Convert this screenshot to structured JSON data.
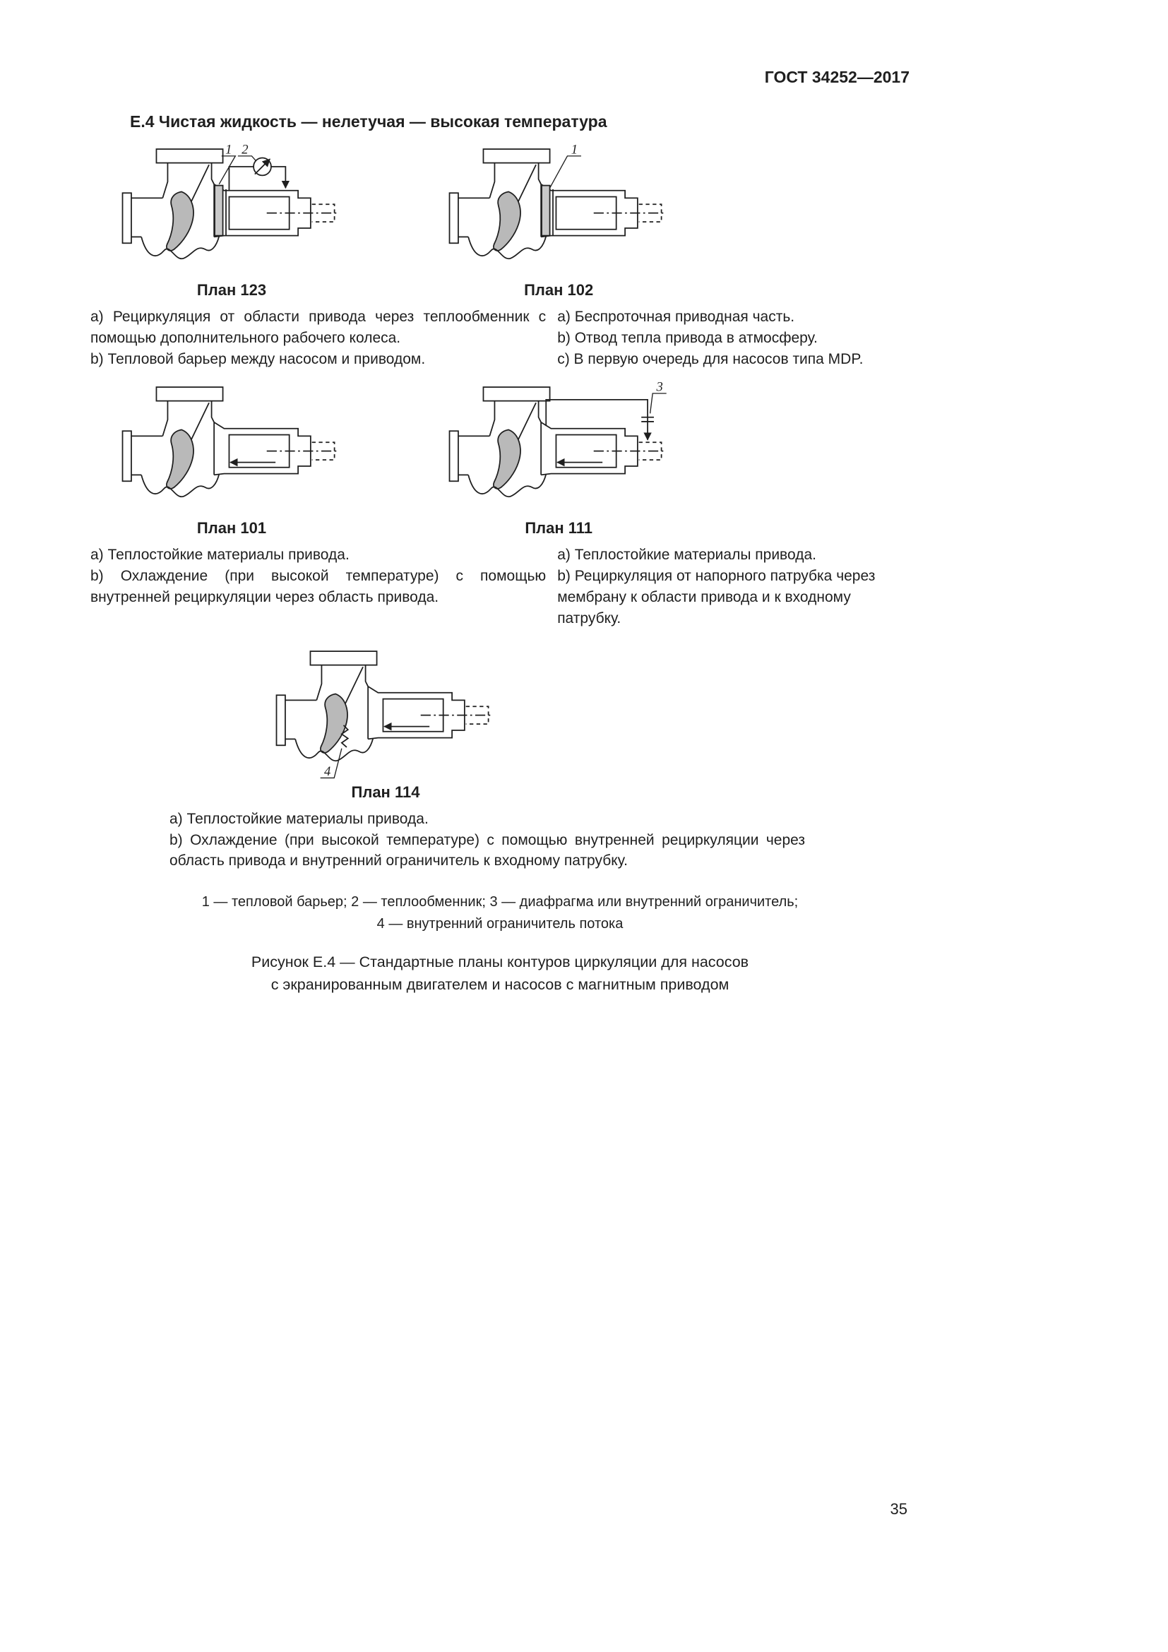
{
  "page": {
    "header": "ГОСТ 34252—2017",
    "section_title": "Е.4 Чистая жидкость — нелетучая — высокая температура",
    "page_number": "35"
  },
  "plans": [
    {
      "label": "План 123",
      "callouts": [
        "1",
        "2"
      ],
      "notes": [
        "a) Рециркуляция от области привода через теплообменник с помощью дополнительного рабочего колеса.",
        "b) Тепловой барьер между насосом и приводом."
      ]
    },
    {
      "label": "План 102",
      "callouts": [
        "1"
      ],
      "notes": [
        "a) Беспроточная приводная часть.",
        "b) Отвод тепла привода в атмосферу.",
        "c) В первую очередь для насосов типа MDP."
      ]
    },
    {
      "label": "План 101",
      "callouts": [],
      "notes": [
        "a) Теплостойкие материалы привода.",
        "b) Охлаждение (при высокой температуре) с помощью внутренней рециркуляции через область привода."
      ]
    },
    {
      "label": "План 111",
      "callouts": [
        "3"
      ],
      "notes": [
        "a) Теплостойкие материалы привода.",
        "b) Рециркуляция от напорного патрубка через мембрану к области привода и к входному патрубку."
      ]
    },
    {
      "label": "План 114",
      "callouts": [
        "4"
      ],
      "notes": [
        "a) Теплостойкие материалы привода.",
        "b) Охлаждение (при высокой температуре) с помощью внутренней рециркуляции через область привода и внутренний ограничитель к входному патрубку."
      ]
    }
  ],
  "legend": {
    "line1": "1 — тепловой барьер; 2 — теплообменник; 3 — диафрагма или внутренний ограничитель;",
    "line2": "4 — внутренний ограничитель потока"
  },
  "figure_caption": {
    "line1": "Рисунок Е.4 — Стандартные планы контуров циркуляции для насосов",
    "line2": "с экранированным двигателем и насосов с магнитным приводом"
  },
  "colors": {
    "ink": "#1f1f1f",
    "impeller_fill": "#b9b9b9",
    "barrier_fill": "#c9c9c9"
  }
}
